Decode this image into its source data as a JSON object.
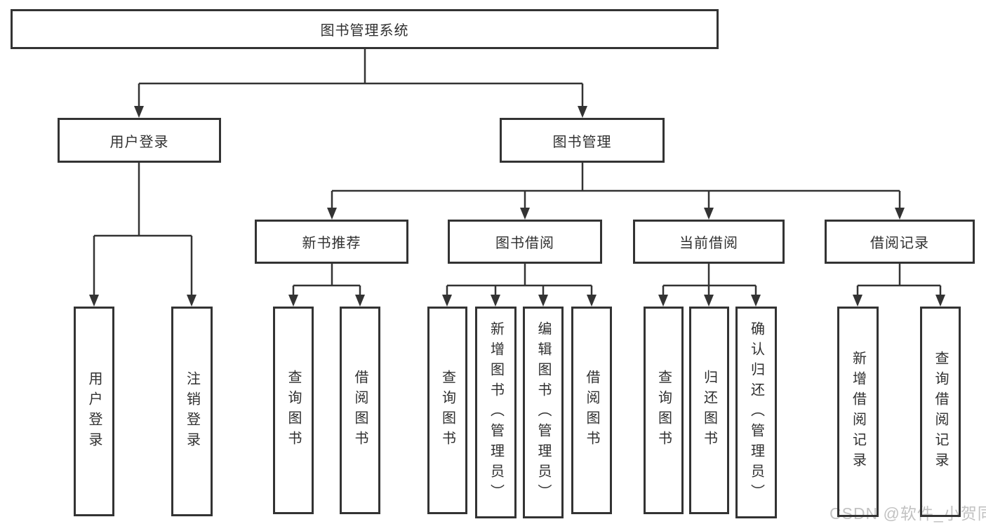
{
  "tree": {
    "root_label": "图书管理系统",
    "branches": [
      {
        "label": "用户登录",
        "children": [
          {
            "label": "用户登录"
          },
          {
            "label": "注销登录"
          }
        ]
      },
      {
        "label": "图书管理",
        "children": [
          {
            "label": "新书推荐",
            "children": [
              {
                "label": "查询图书"
              },
              {
                "label": "借阅图书"
              }
            ]
          },
          {
            "label": "图书借阅",
            "children": [
              {
                "label": "查询图书"
              },
              {
                "label": "新增图书（管理员）"
              },
              {
                "label": "编辑图书（管理员）"
              },
              {
                "label": "借阅图书"
              }
            ]
          },
          {
            "label": "当前借阅",
            "children": [
              {
                "label": "查询图书"
              },
              {
                "label": "归还图书"
              },
              {
                "label": "确认归还（管理员）"
              }
            ]
          },
          {
            "label": "借阅记录",
            "children": [
              {
                "label": "新增借阅记录"
              },
              {
                "label": "查询借阅记录"
              }
            ]
          }
        ]
      }
    ]
  },
  "watermark": "CSDN @软件_小贺同学",
  "colors": {
    "line": "#333333",
    "text": "#303030",
    "watermark": "#c2c2c2",
    "background": "#ffffff"
  }
}
